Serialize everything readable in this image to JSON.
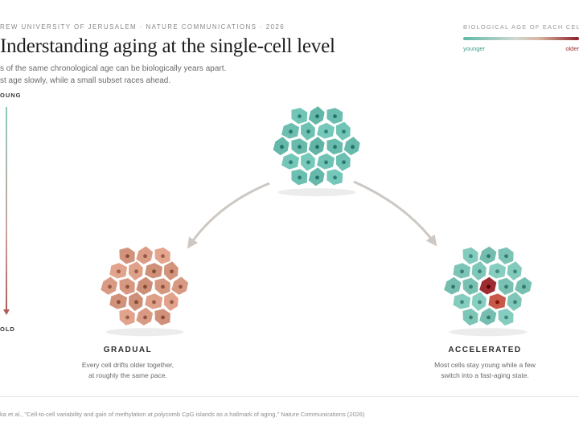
{
  "header": {
    "kicker": "REW UNIVERSITY OF JERUSALEM · NATURE COMMUNICATIONS · 2026",
    "title": "Inderstanding aging at the single-cell level",
    "subtitle_line1": "s of the same chronological age can be biologically years apart.",
    "subtitle_line2": "st age slowly, while a small subset races ahead."
  },
  "legend": {
    "title": "BIOLOGICAL AGE OF EACH CELL",
    "low_label": "younger",
    "high_label": "older",
    "color_young": "#5fb8a8",
    "color_old": "#8e1f2a"
  },
  "axis": {
    "top_label": "OUNG",
    "bottom_label": "OLD"
  },
  "clusters": {
    "source": {
      "cell_count": 19,
      "color": "#6cbfb0"
    },
    "gradual": {
      "label": "GRADUAL",
      "desc_line1": "Every cell drifts older together,",
      "desc_line2": "at roughly the same pace.",
      "color": "#d89a82"
    },
    "accelerated": {
      "label": "ACCELERATED",
      "desc_line1": "Most cells stay young while a few",
      "desc_line2": "switch into a fast-aging state.",
      "color": "#7cc4b6",
      "old_color": "#9c2c31",
      "mid_color": "#c8584a"
    }
  },
  "footer": {
    "citation": "ka et al., \"Cell-to-cell variability and gain of methylation at polycomb CpG islands as a hallmark of aging,\" Nature Communications (2026)"
  }
}
